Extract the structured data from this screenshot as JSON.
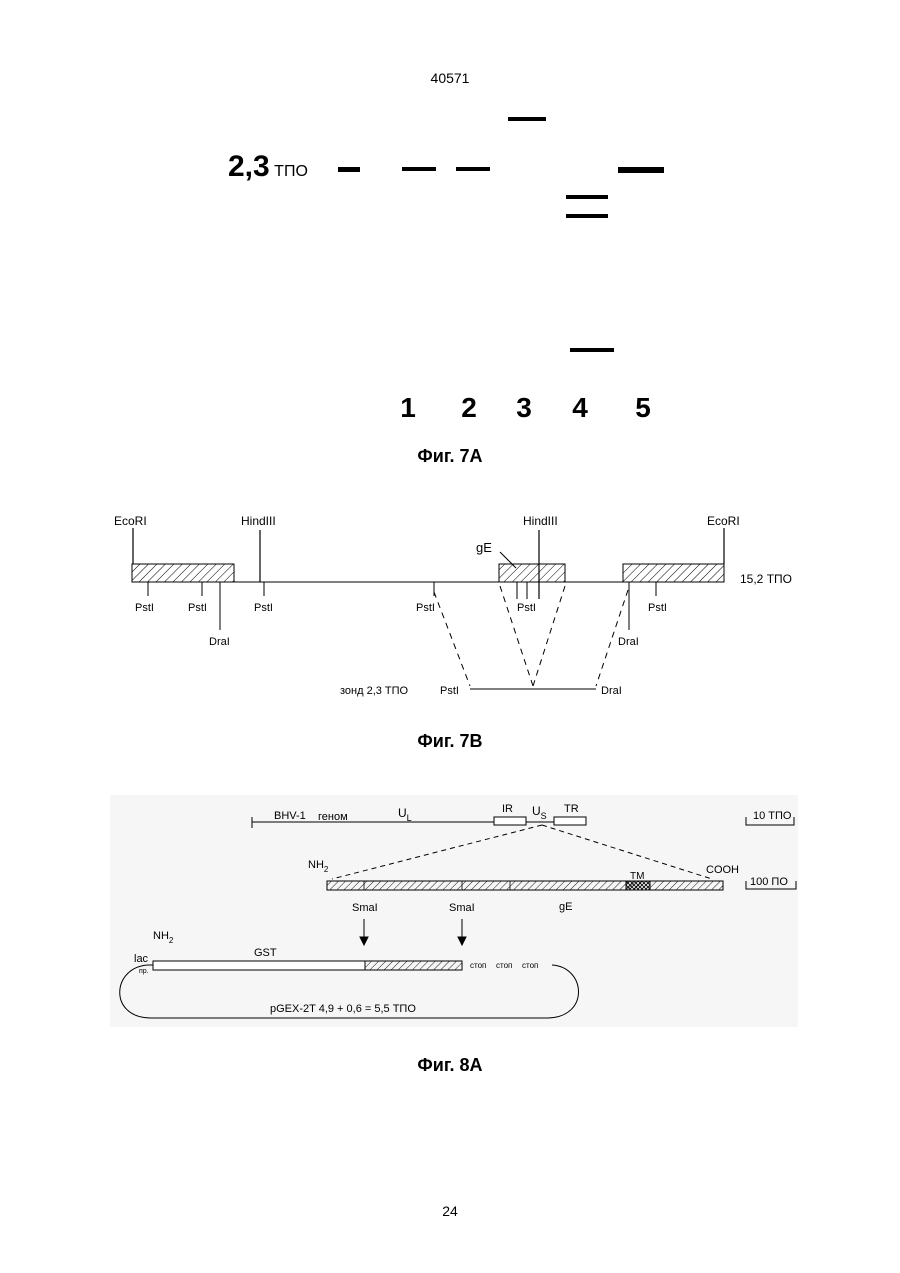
{
  "header_page_id": "40571",
  "footer_page_number": "24",
  "fig7a": {
    "size_prefix": "2,3",
    "size_unit": "ТПО",
    "lanes": [
      "1",
      "2",
      "3",
      "4",
      "5"
    ],
    "caption": "Фиг. 7А"
  },
  "fig7b": {
    "labels": {
      "ecori_left": "EcoRI",
      "hindiii_left": "HindIII",
      "hindiii_right": "HindIII",
      "ecori_right": "EcoRI",
      "ge": "gE",
      "size": "15,2 ТПО",
      "pst1": "PstI",
      "pst2": "PstI",
      "pst3": "PstI",
      "pst4": "PstI",
      "pst5": "PstI",
      "pst6": "PstI",
      "dra1": "DraI",
      "dra2": "DraI",
      "probe": "зонд 2,3 ТПО",
      "probe_pst": "PstI",
      "probe_dra": "DraI"
    },
    "caption": "Фиг. 7В"
  },
  "fig8a": {
    "labels": {
      "bhv": "BHV-1",
      "genome": "геном",
      "ul_main": "U",
      "ul_sub": "L",
      "ir": "IR",
      "us_main": "U",
      "us_sub": "S",
      "tr": "TR",
      "scale1": "10 ТПО",
      "nh2_top_main": "NH",
      "nh2_top_sub": "2",
      "cooh": "COOH",
      "tm": "TM",
      "scale2": "100 ПО",
      "smai1": "SmaI",
      "smai2": "SmaI",
      "ge": "gE",
      "nh2_bot_main": "NH",
      "nh2_bot_sub": "2",
      "gst": "GST",
      "lac": "lac",
      "lac_sub": "пр.",
      "stop1": "стоп",
      "stop2": "стоп",
      "stop3": "стоп",
      "plasmid": "pGEX-2T  4,9 + 0,6 = 5,5 ТПО"
    },
    "caption": "Фиг. 8А"
  }
}
